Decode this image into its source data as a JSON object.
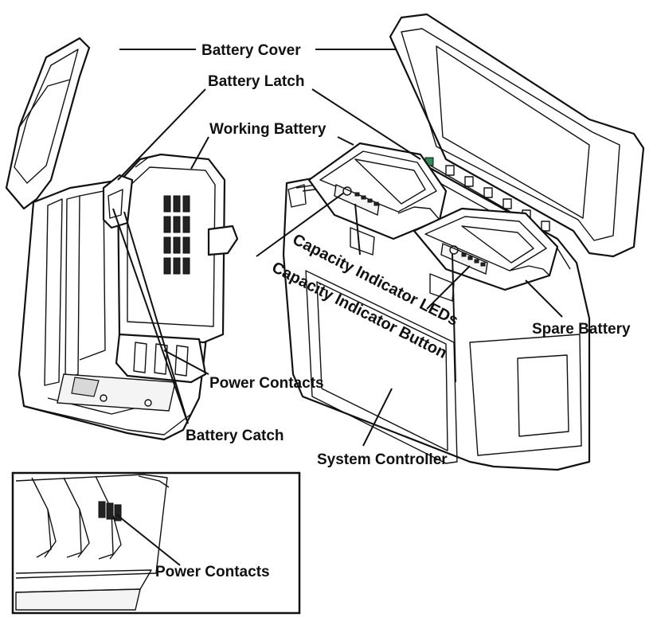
{
  "labels": {
    "battery_cover": "Battery Cover",
    "battery_latch": "Battery Latch",
    "working_battery": "Working Battery",
    "capacity_indicator_leds": "Capacity Indicator LEDs",
    "capacity_indicator_button": "Capacity Indicator Button",
    "spare_battery": "Spare Battery",
    "power_contacts": "Power Contacts",
    "battery_catch": "Battery Catch",
    "system_controller": "System Controller",
    "inset_power_contacts": "Power Contacts"
  },
  "colors": {
    "line": "#111111",
    "accent_green": "#2e8b57"
  }
}
